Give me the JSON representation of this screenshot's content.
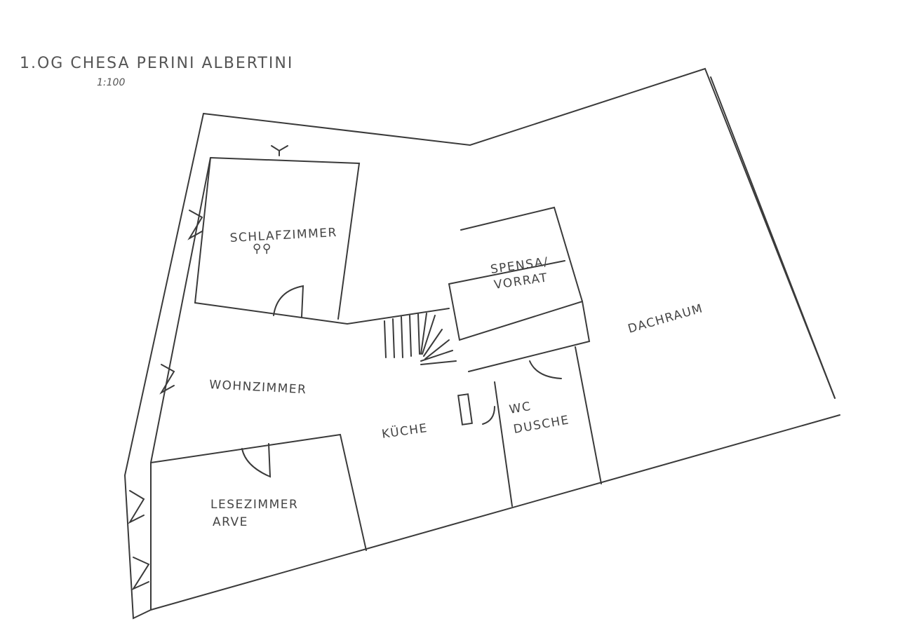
{
  "title": "1.OG CHESA PERINI ALBERTINI",
  "scale": "1:100",
  "rooms": {
    "schlafzimmer": "SCHLAFZIMMER",
    "spensa": "SPENSA/",
    "vorrat": "VORRAT",
    "dachraum": "DACHRAUM",
    "wohnzimmer": "WOHNZIMMER",
    "kueche": "KÜCHE",
    "wc": "WC",
    "dusche": "DUSCHE",
    "lesezimmer": "LESEZIMMER",
    "arve": "ARVE"
  }
}
